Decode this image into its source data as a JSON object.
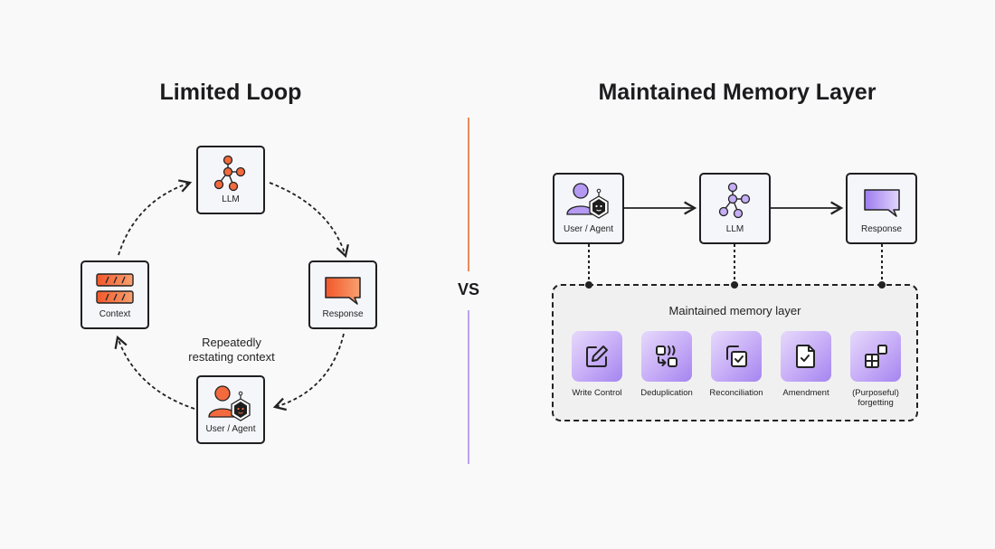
{
  "left": {
    "title": "Limited Loop",
    "nodes": {
      "llm": "LLM",
      "response": "Response",
      "user_agent": "User / Agent",
      "context": "Context"
    },
    "note_line1": "Repeatedly",
    "note_line2": "restating context",
    "accent_color": "#f26a3d"
  },
  "divider": {
    "label": "VS",
    "top_color": "#e98a5c",
    "bottom_color": "#b9a3ef"
  },
  "right": {
    "title": "Maintained Memory Layer",
    "nodes": {
      "user_agent": "User / Agent",
      "llm": "LLM",
      "response": "Response"
    },
    "memory_layer": {
      "title": "Maintained memory layer",
      "features": [
        {
          "icon": "edit-icon",
          "label": "Write Control"
        },
        {
          "icon": "deduplication-icon",
          "label": "Deduplication"
        },
        {
          "icon": "reconciliation-icon",
          "label": "Reconciliation"
        },
        {
          "icon": "document-check-icon",
          "label": "Amendment"
        },
        {
          "icon": "blocks-icon",
          "label_line1": "(Purposeful)",
          "label_line2": "forgetting"
        }
      ]
    },
    "accent_color": "#a98cf2"
  }
}
